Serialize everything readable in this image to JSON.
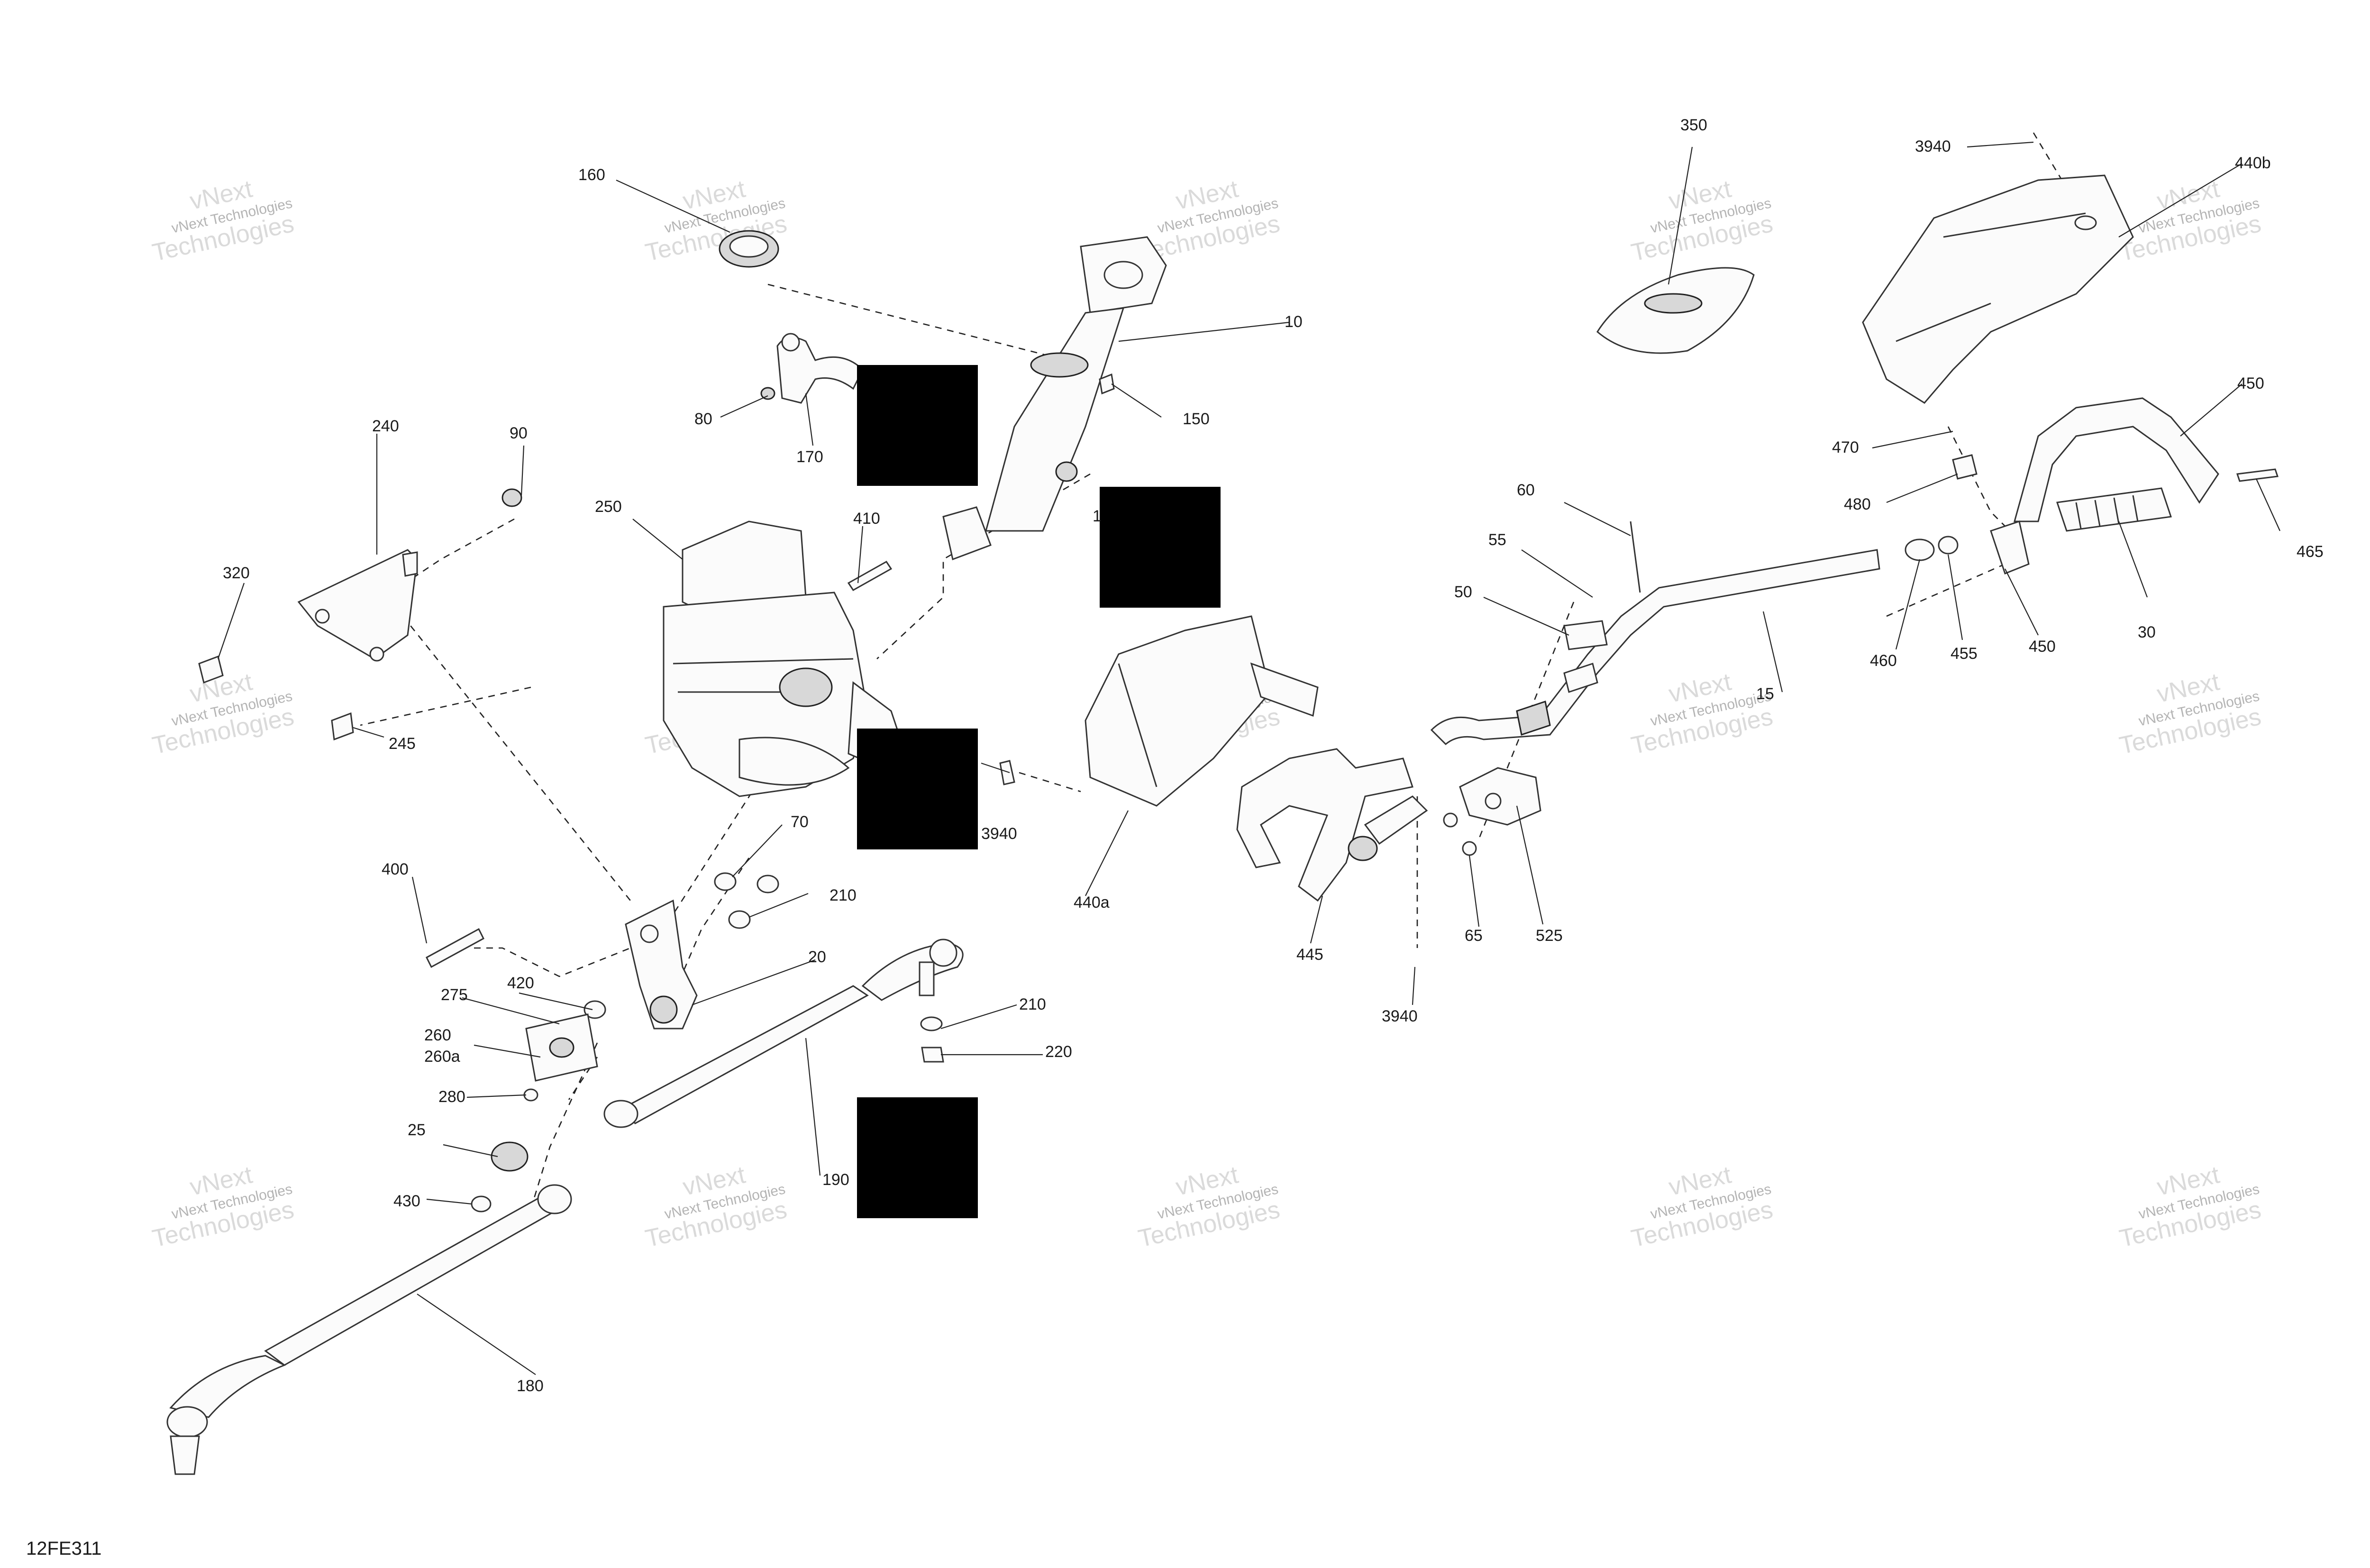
{
  "diagram_code": "12FE311",
  "watermark": {
    "line1": "vNext Technologies",
    "line2": "vNext",
    "line3": "Technologies"
  },
  "callouts": [
    {
      "id": "c10",
      "label": "10"
    },
    {
      "id": "c15",
      "label": "15"
    },
    {
      "id": "c20",
      "label": "20"
    },
    {
      "id": "c25",
      "label": "25"
    },
    {
      "id": "c30",
      "label": "30"
    },
    {
      "id": "c50",
      "label": "50"
    },
    {
      "id": "c55",
      "label": "55"
    },
    {
      "id": "c60",
      "label": "60"
    },
    {
      "id": "c65",
      "label": "65"
    },
    {
      "id": "c70",
      "label": "70"
    },
    {
      "id": "c80",
      "label": "80"
    },
    {
      "id": "c90",
      "label": "90"
    },
    {
      "id": "c150",
      "label": "150"
    },
    {
      "id": "c160",
      "label": "160"
    },
    {
      "id": "c170",
      "label": "170"
    },
    {
      "id": "c180",
      "label": "180"
    },
    {
      "id": "c190",
      "label": "190"
    },
    {
      "id": "c210a",
      "label": "210"
    },
    {
      "id": "c210b",
      "label": "210"
    },
    {
      "id": "c220",
      "label": "220"
    },
    {
      "id": "c240",
      "label": "240"
    },
    {
      "id": "c245",
      "label": "245"
    },
    {
      "id": "c250",
      "label": "250"
    },
    {
      "id": "c260",
      "label": "260"
    },
    {
      "id": "c260a",
      "label": "260a"
    },
    {
      "id": "c275",
      "label": "275"
    },
    {
      "id": "c280",
      "label": "280"
    },
    {
      "id": "c320",
      "label": "320"
    },
    {
      "id": "c350",
      "label": "350"
    },
    {
      "id": "c400",
      "label": "400"
    },
    {
      "id": "c410",
      "label": "410"
    },
    {
      "id": "c420",
      "label": "420"
    },
    {
      "id": "c430",
      "label": "430"
    },
    {
      "id": "c440a",
      "label": "440a"
    },
    {
      "id": "c440b",
      "label": "440b"
    },
    {
      "id": "c445",
      "label": "445"
    },
    {
      "id": "c450a",
      "label": "450"
    },
    {
      "id": "c450b",
      "label": "450"
    },
    {
      "id": "c455",
      "label": "455"
    },
    {
      "id": "c460",
      "label": "460"
    },
    {
      "id": "c465",
      "label": "465"
    },
    {
      "id": "c470",
      "label": "470"
    },
    {
      "id": "c480",
      "label": "480"
    },
    {
      "id": "c525",
      "label": "525"
    },
    {
      "id": "c3940a",
      "label": "3940"
    },
    {
      "id": "c3940b",
      "label": "3940"
    },
    {
      "id": "c3940c",
      "label": "3940"
    },
    {
      "id": "c1x",
      "label": "1"
    }
  ]
}
